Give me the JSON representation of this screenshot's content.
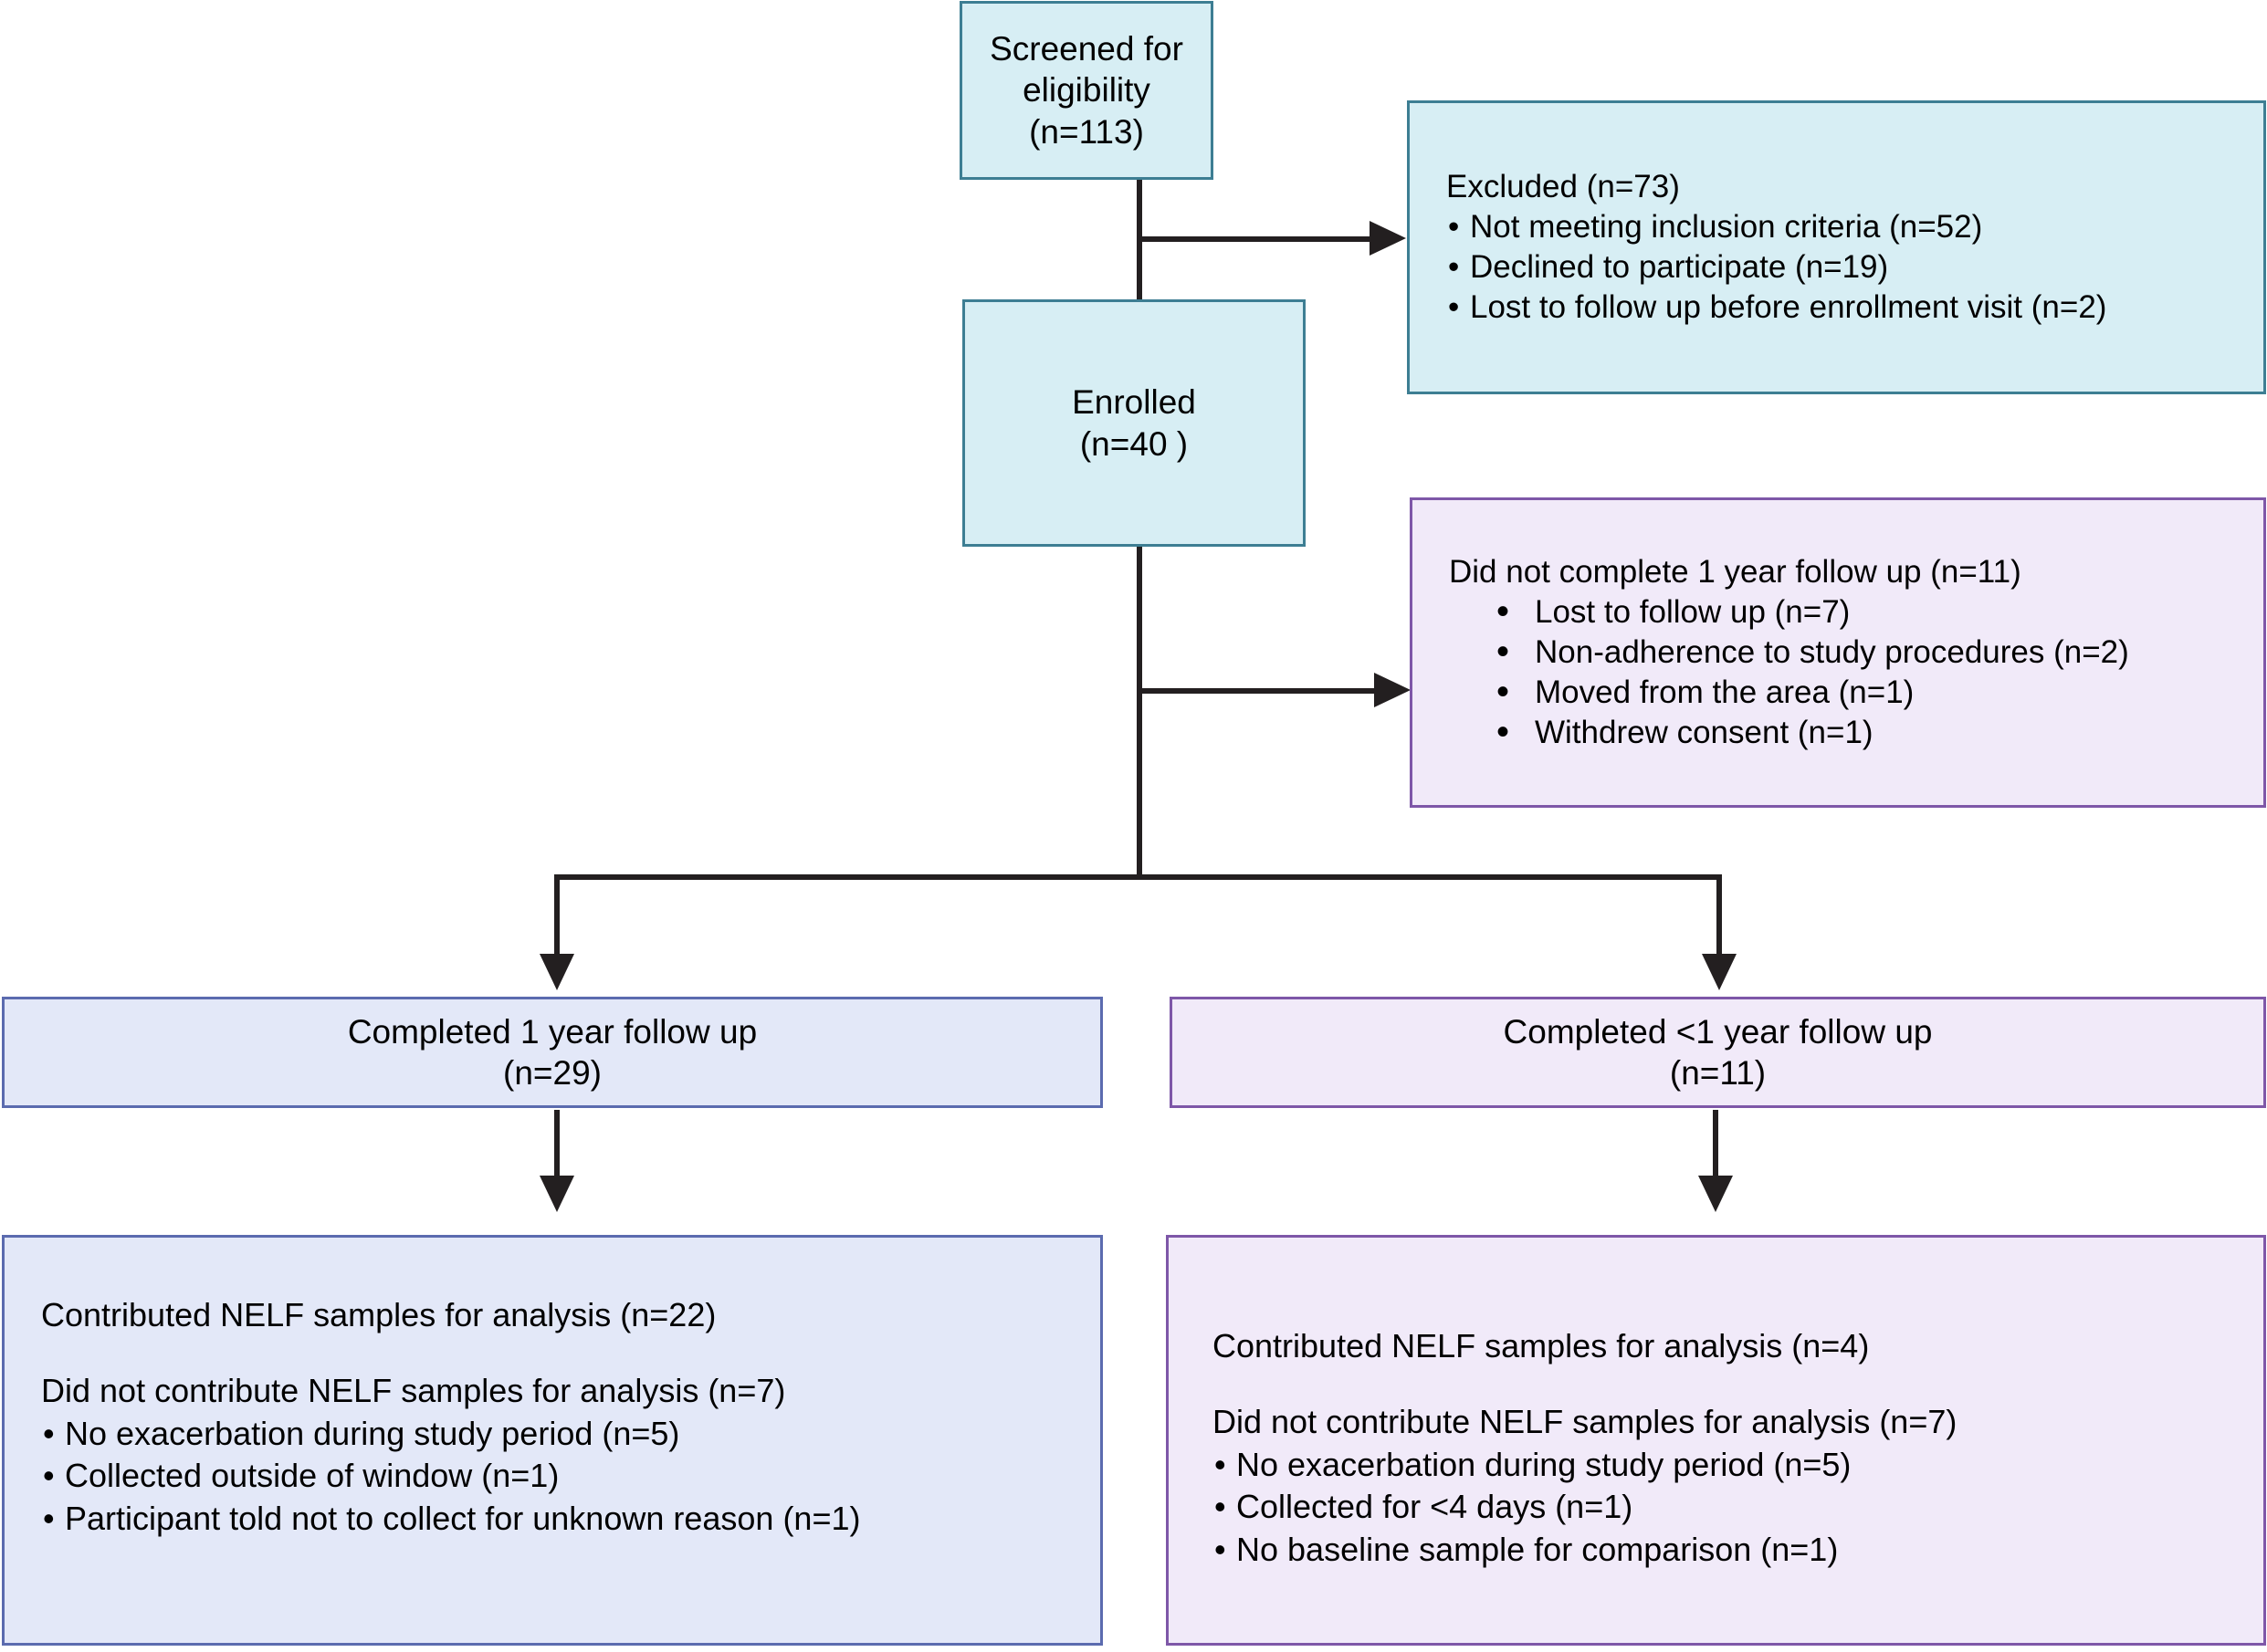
{
  "diagram": {
    "title": "CONSORT-style participant flow diagram",
    "colors": {
      "cyan_fill": "#d7eef4",
      "cyan_border": "#3d7e93",
      "violet_fill": "#f1eaf9",
      "violet_border": "#7e57a8",
      "indigo_fill": "#e3e8f8",
      "indigo_border": "#5b6baf",
      "connector": "#231f20"
    },
    "nodes": {
      "screened": {
        "line1": "Screened for",
        "line2": "eligibility",
        "line3": "(n=113)"
      },
      "excluded": {
        "heading": "Excluded (n=73)",
        "items": [
          "Not meeting inclusion criteria (n=52)",
          "Declined to participate (n=19)",
          "Lost to follow up before enrollment visit (n=2)"
        ]
      },
      "enrolled": {
        "line1": "Enrolled",
        "line2": "(n=40 )"
      },
      "not_completed": {
        "heading": "Did not complete 1 year follow up (n=11)",
        "items": [
          "Lost to follow up (n=7)",
          "Non-adherence to study procedures (n=2)",
          "Moved from the area (n=1)",
          "Withdrew consent (n=1)"
        ]
      },
      "completed_1yr": {
        "line1": "Completed 1 year follow up",
        "line2": "(n=29)"
      },
      "completed_lt1yr": {
        "line1": "Completed <1 year follow up",
        "line2": "(n=11)"
      },
      "samples_left": {
        "contributed": "Contributed NELF samples for analysis (n=22)",
        "not_contributed_heading": "Did not contribute NELF samples for analysis (n=7)",
        "items": [
          "No exacerbation during study period (n=5)",
          "Collected outside of window (n=1)",
          "Participant told not to collect for unknown reason (n=1)"
        ]
      },
      "samples_right": {
        "contributed": "Contributed NELF samples for analysis (n=4)",
        "not_contributed_heading": "Did not contribute NELF samples for analysis (n=7)",
        "items": [
          "No exacerbation during study period (n=5)",
          "Collected for <4 days (n=1)",
          "No baseline sample for comparison (n=1)"
        ]
      }
    }
  }
}
